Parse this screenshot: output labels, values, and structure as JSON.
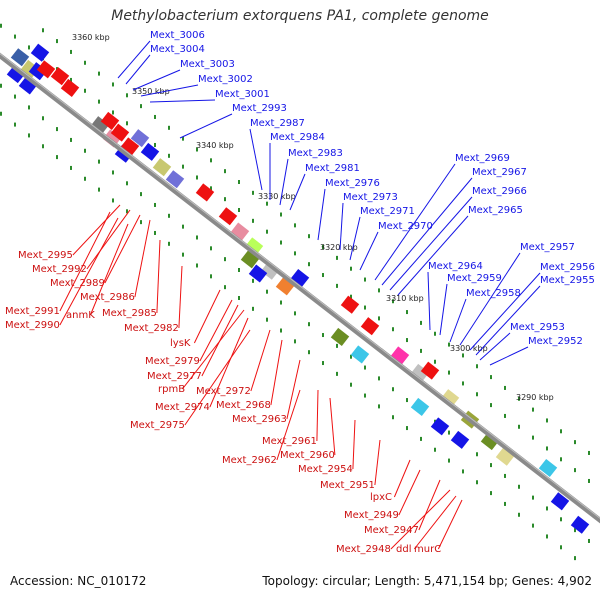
{
  "title": "Methylobacterium extorquens PA1, complete genome",
  "footer": {
    "accession": "Accession: NC_010172",
    "summary": "Topology: circular; Length: 5,471,154 bp; Genes: 4,902"
  },
  "kbp_marks": [
    "3360 kbp",
    "3350 kbp",
    "3340 kbp",
    "3330 kbp",
    "3320 kbp",
    "3310 kbp",
    "3300 kbp",
    "3290 kbp"
  ],
  "blue_labels": [
    "Mext_3006",
    "Mext_3004",
    "Mext_3003",
    "Mext_3002",
    "Mext_3001",
    "Mext_2993",
    "Mext_2987",
    "Mext_2984",
    "Mext_2983",
    "Mext_2981",
    "Mext_2976",
    "Mext_2973",
    "Mext_2971",
    "Mext_2970",
    "Mext_2969",
    "Mext_2967",
    "Mext_2966",
    "Mext_2965",
    "Mext_2964",
    "Mext_2959",
    "Mext_2958",
    "Mext_2957",
    "Mext_2956",
    "Mext_2955",
    "Mext_2953",
    "Mext_2952"
  ],
  "red_labels": [
    "Mext_2995",
    "Mext_2992",
    "Mext_2989",
    "Mext_2986",
    "Mext_2991",
    "Mext_2990",
    "anmK",
    "Mext_2985",
    "Mext_2982",
    "lysK",
    "Mext_2979",
    "Mext_2977",
    "rpmB",
    "Mext_2972",
    "Mext_2974",
    "Mext_2968",
    "Mext_2975",
    "Mext_2963",
    "Mext_2961",
    "Mext_2960",
    "Mext_2962",
    "Mext_2954",
    "Mext_2951",
    "lpxC",
    "Mext_2949",
    "Mext_2947",
    "Mext_2948",
    "ddl",
    "murC"
  ],
  "colors": {
    "forward": "#1515e6",
    "reverse": "#ee1111",
    "backbone": "#888888",
    "tick": "#2a8a2a"
  }
}
